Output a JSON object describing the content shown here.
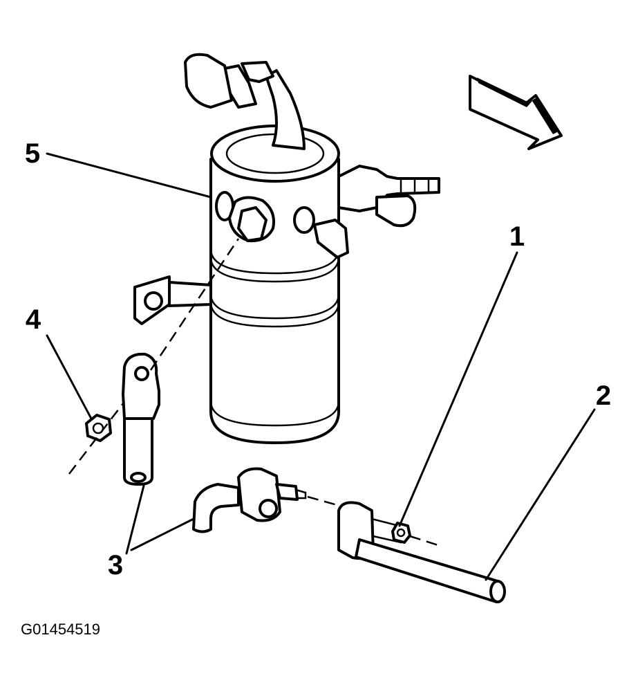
{
  "callouts": {
    "c1": "1",
    "c2": "2",
    "c3": "3",
    "c4": "4",
    "c5": "5"
  },
  "figure_id": "G01454519",
  "icons": [
    "front-direction-arrow-icon"
  ]
}
